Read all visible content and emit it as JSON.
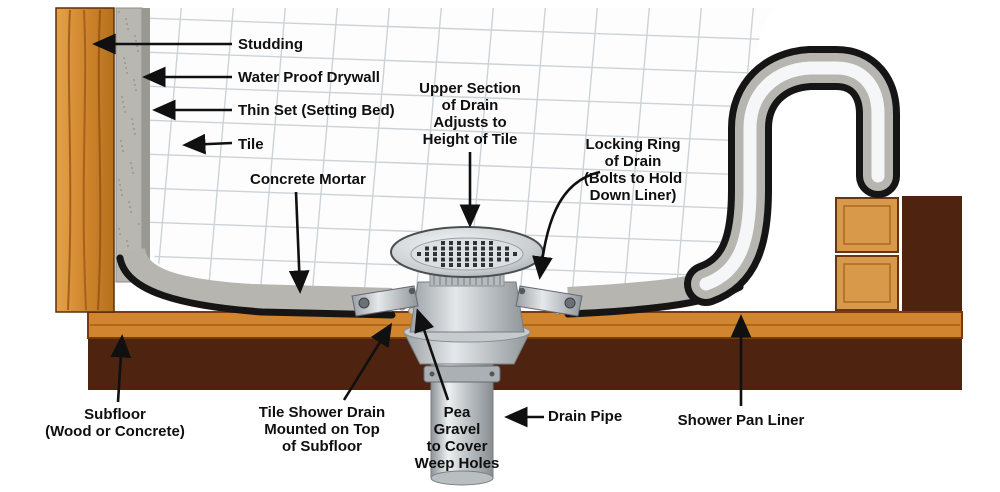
{
  "diagram": {
    "subject": "Tile shower drain installation cross-section",
    "labels": {
      "studding": "Studding",
      "waterproof_drywall": "Water Proof Drywall",
      "thin_set": "Thin Set (Setting Bed)",
      "tile": "Tile",
      "concrete_mortar": "Concrete Mortar",
      "upper_section": "Upper Section\nof Drain\nAdjusts to\nHeight of Tile",
      "locking_ring": "Locking Ring\nof Drain\n(Bolts to Hold\nDown Liner)",
      "subfloor": "Subfloor\n(Wood or Concrete)",
      "tile_shower_drain": "Tile Shower Drain\nMounted on Top\nof Subfloor",
      "pea_gravel": "Pea\nGravel\nto Cover\nWeep Holes",
      "drain_pipe": "Drain Pipe",
      "shower_pan_liner": "Shower Pan Liner"
    },
    "colors": {
      "background": "#ffffff",
      "wood": "#d0852e",
      "wood_grain": "#8a4a10",
      "mortar_gray": "#b7b5b0",
      "liner_black": "#151515",
      "subfloor_dark_brown": "#4e2410",
      "tile_white": "#ffffff",
      "grout_gray": "#ccd3d8",
      "metal_chrome": "#c9ced1",
      "label_text": "#0f0f0f"
    }
  }
}
